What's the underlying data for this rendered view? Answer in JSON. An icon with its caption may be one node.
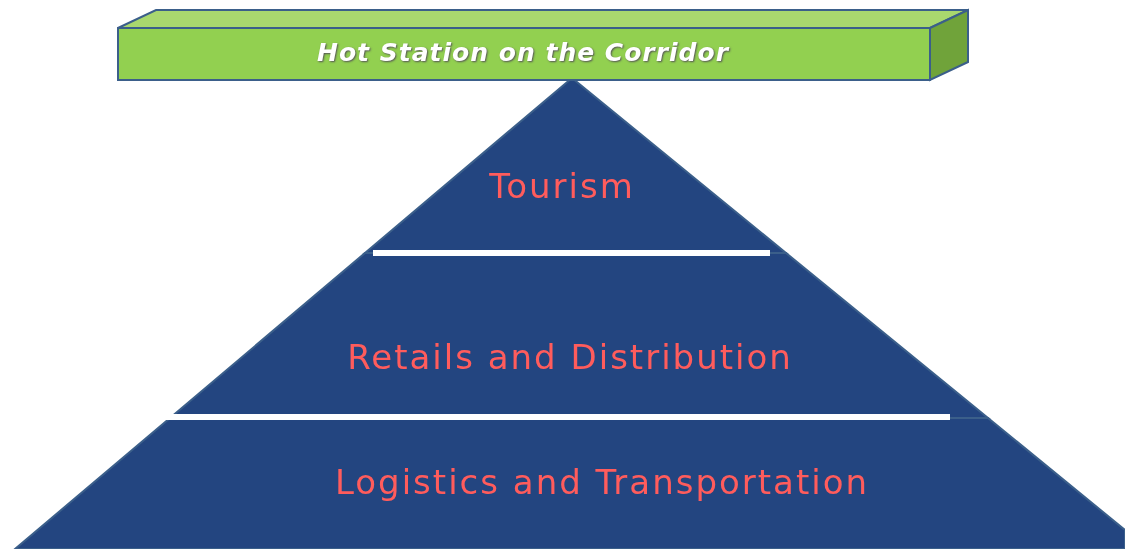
{
  "diagram": {
    "nodes": [
      {
        "text": [
          "Hot Station on the Corridor"
        ]
      },
      {
        "text": [
          "Tourism"
        ]
      },
      {
        "text": [
          "Retails and Distribution"
        ]
      },
      {
        "text": [
          "Logistics and Transportation"
        ]
      }
    ]
  }
}
